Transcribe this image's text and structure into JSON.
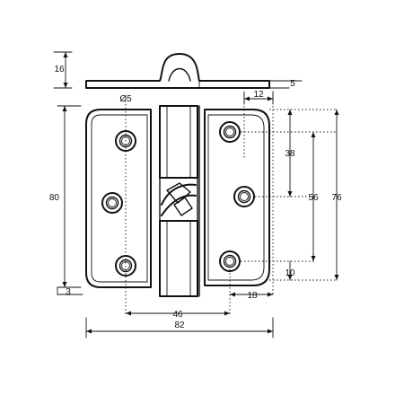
{
  "drawing": {
    "dimensions": {
      "knuckle_height": "16",
      "leaf_thickness": "5",
      "hole_offset": "12",
      "hole_diameter": "Ø5",
      "hole_pitch": "38",
      "total_height": "80",
      "outer_hole_span": "56",
      "leaf_height": "76",
      "edge_offset": "10",
      "step": "3",
      "hole_to_pin": "18",
      "hole_span_horizontal": "46",
      "total_width": "82"
    }
  }
}
